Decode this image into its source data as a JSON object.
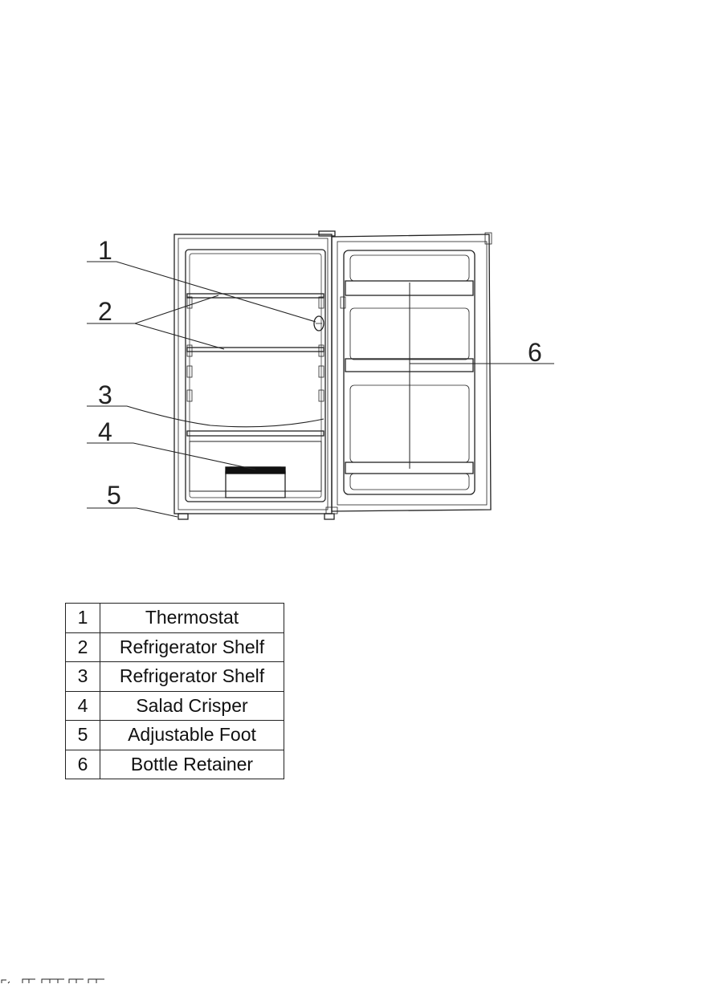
{
  "callouts": [
    {
      "number": "1",
      "part": "Thermostat"
    },
    {
      "number": "2",
      "part": "Refrigerator Shelf"
    },
    {
      "number": "3",
      "part": "Refrigerator Shelf"
    },
    {
      "number": "4",
      "part": "Salad Crisper"
    },
    {
      "number": "5",
      "part": "Adjustable Foot"
    },
    {
      "number": "6",
      "part": "Bottle Retainer"
    }
  ],
  "colors": {
    "line": "#222222",
    "background": "#ffffff"
  }
}
